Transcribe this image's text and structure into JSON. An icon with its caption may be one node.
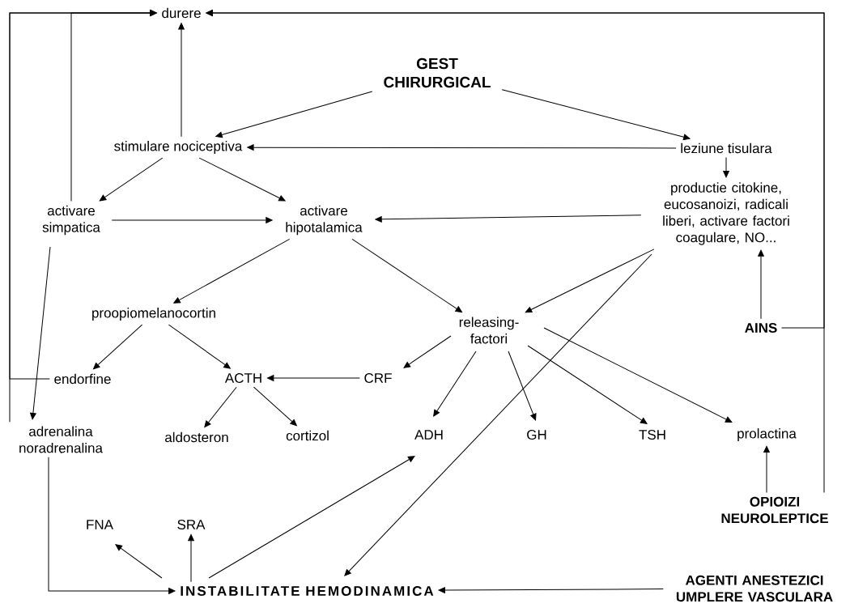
{
  "diagram": {
    "nodes": [
      {
        "text": [
          "durere"
        ]
      },
      {
        "text": [
          "GEST CHIRURGICAL"
        ]
      },
      {
        "text": [
          "stimulare nociceptiva"
        ]
      },
      {
        "text": [
          "leziune tisulara"
        ]
      },
      {
        "text": [
          "productie citokine, eucosanoizi, radicali liberi, activare factori coagulare, NO..."
        ]
      },
      {
        "text": [
          "activare simpatica"
        ]
      },
      {
        "text": [
          "activare hipotalamica"
        ]
      },
      {
        "text": [
          "proopiomelanocortin"
        ]
      },
      {
        "text": [
          "releasing-factori"
        ]
      },
      {
        "text": [
          "AINS"
        ]
      },
      {
        "text": [
          "endorfine"
        ]
      },
      {
        "text": [
          "ACTH"
        ]
      },
      {
        "text": [
          "CRF"
        ]
      },
      {
        "text": [
          "adrenalina noradrenalina"
        ]
      },
      {
        "text": [
          "aldosteron"
        ]
      },
      {
        "text": [
          "cortizol"
        ]
      },
      {
        "text": [
          "ADH"
        ]
      },
      {
        "text": [
          "GH"
        ]
      },
      {
        "text": [
          "TSH"
        ]
      },
      {
        "text": [
          "prolactina"
        ]
      },
      {
        "text": [
          "OPIOIZI NEUROLEPTICE"
        ]
      },
      {
        "text": [
          "FNA"
        ]
      },
      {
        "text": [
          "SRA"
        ]
      },
      {
        "text": [
          "INSTABILITATE HEMODINAMICA"
        ]
      },
      {
        "text": [
          "AGENTI ANESTEZICI UMPLERE VASCULARA"
        ]
      }
    ],
    "edges": [
      {
        "from": 1,
        "to": 2,
        "arrow": "to"
      },
      {
        "from": 1,
        "to": 3,
        "arrow": "to"
      },
      {
        "from": 2,
        "to": 0,
        "arrow": "to"
      },
      {
        "from": 3,
        "to": 2,
        "arrow": "to"
      },
      {
        "from": 3,
        "to": 4,
        "arrow": "to"
      },
      {
        "from": 2,
        "to": 5,
        "arrow": "to"
      },
      {
        "from": 2,
        "to": 6,
        "arrow": "to"
      },
      {
        "from": 5,
        "to": 6,
        "arrow": "to"
      },
      {
        "from": 5,
        "to": 0,
        "arrow": "to"
      },
      {
        "from": 10,
        "to": 0,
        "arrow": "to"
      },
      {
        "from": 13,
        "to": 0,
        "arrow": "to"
      },
      {
        "from": 5,
        "to": 13,
        "arrow": "to"
      },
      {
        "from": 4,
        "to": 6,
        "arrow": "to"
      },
      {
        "from": 6,
        "to": 7,
        "arrow": "to"
      },
      {
        "from": 6,
        "to": 8,
        "arrow": "to"
      },
      {
        "from": 4,
        "to": 8,
        "arrow": "to"
      },
      {
        "from": 4,
        "to": 23,
        "arrow": "to"
      },
      {
        "from": 7,
        "to": 10,
        "arrow": "to"
      },
      {
        "from": 7,
        "to": 11,
        "arrow": "to"
      },
      {
        "from": 8,
        "to": 12,
        "arrow": "to"
      },
      {
        "from": 8,
        "to": 16,
        "arrow": "to"
      },
      {
        "from": 8,
        "to": 17,
        "arrow": "to"
      },
      {
        "from": 8,
        "to": 18,
        "arrow": "to"
      },
      {
        "from": 8,
        "to": 19,
        "arrow": "to"
      },
      {
        "from": 12,
        "to": 11,
        "arrow": "to"
      },
      {
        "from": 11,
        "to": 14,
        "arrow": "to"
      },
      {
        "from": 11,
        "to": 15,
        "arrow": "to"
      },
      {
        "from": 9,
        "to": 4,
        "arrow": "to"
      },
      {
        "from": 20,
        "to": 19,
        "arrow": "to"
      },
      {
        "from": 9,
        "to": 0,
        "arrow": "to"
      },
      {
        "from": 20,
        "to": 0,
        "arrow": "to"
      },
      {
        "from": 13,
        "to": 23,
        "arrow": "to"
      },
      {
        "from": 23,
        "to": 21,
        "arrow": "to"
      },
      {
        "from": 23,
        "to": 22,
        "arrow": "to"
      },
      {
        "from": 23,
        "to": 16,
        "arrow": "to"
      },
      {
        "from": 24,
        "to": 23,
        "arrow": "to"
      }
    ]
  }
}
